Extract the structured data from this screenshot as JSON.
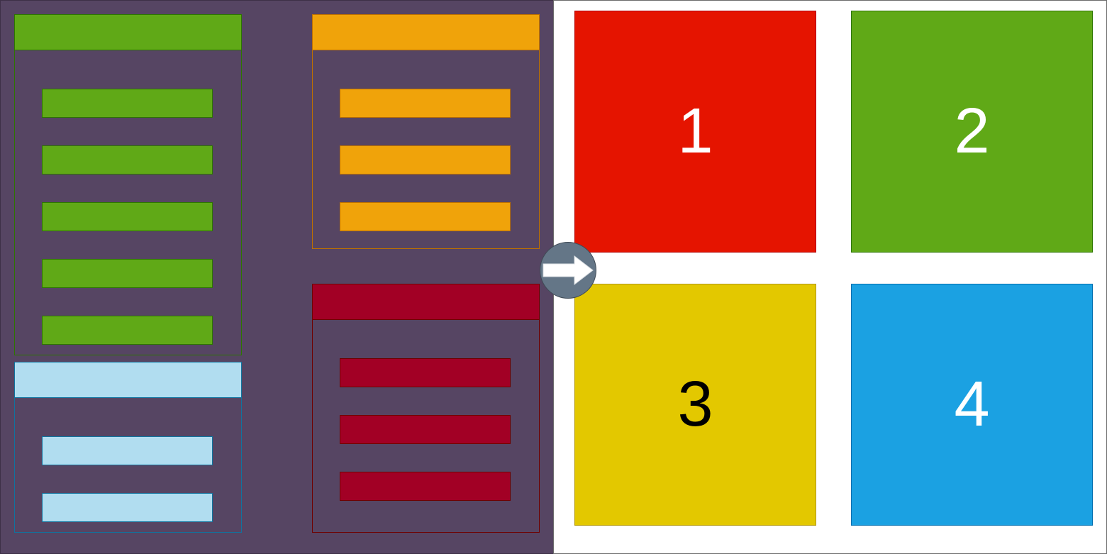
{
  "colors": {
    "panel_background": "#564563",
    "green": "#60a917",
    "orange": "#f0a30a",
    "crimson": "#a20025",
    "light_blue": "#b1ddf0",
    "arrow_button": "#647687"
  },
  "groups": [
    {
      "name": "green",
      "fill": "#60a917",
      "stroke": "#2d7600",
      "bar_count": 5
    },
    {
      "name": "orange",
      "fill": "#f0a30a",
      "stroke": "#bd7000",
      "bar_count": 3
    },
    {
      "name": "light-blue",
      "fill": "#b1ddf0",
      "stroke": "#10739e",
      "bar_count": 2
    },
    {
      "name": "crimson",
      "fill": "#a20025",
      "stroke": "#6f0000",
      "bar_count": 3
    }
  ],
  "arrow": {
    "icon": "right-arrow-icon"
  },
  "tiles": [
    {
      "label": "1",
      "fill": "#e51400",
      "text_color": "#ffffff"
    },
    {
      "label": "2",
      "fill": "#60a917",
      "text_color": "#ffffff"
    },
    {
      "label": "3",
      "fill": "#e3c800",
      "text_color": "#000000"
    },
    {
      "label": "4",
      "fill": "#1ba1e2",
      "text_color": "#ffffff"
    }
  ]
}
